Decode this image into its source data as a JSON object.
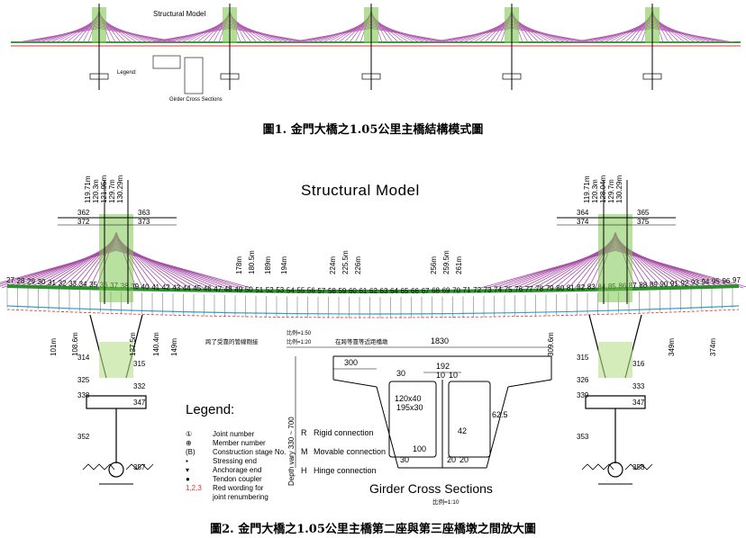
{
  "figure1": {
    "caption": "圖1. 金門大橋之1.05公里主橋結構模式圖",
    "title": "Structural Model",
    "legend_title": "Legend:",
    "section_label": "Girder Cross Sections"
  },
  "figure2": {
    "caption": "圖2. 金門大橋之1.05公里主橋第二座與第三座橋墩之間放大圖",
    "title": "Structural Model",
    "section_title": "Girder Cross Sections",
    "section_scale": "比例=1:10",
    "note_left": "跨了受靠的管線剛接",
    "note_right": "在跨等靠等近距橋墩",
    "scale_a": "比例=1:50",
    "scale_b": "比例=1:20",
    "legend": {
      "title": "Legend:",
      "items": [
        {
          "symbol": "①",
          "label": "Joint number"
        },
        {
          "symbol": "⊕",
          "label": "Member number"
        },
        {
          "symbol": "(B)",
          "label": "Construction stage No."
        },
        {
          "symbol": "▪",
          "label": "Stressing end"
        },
        {
          "symbol": "▾",
          "label": "Anchorage end"
        },
        {
          "symbol": "●",
          "label": "Tendon coupler"
        },
        {
          "symbol": "1,2,3",
          "label": "Red wording for"
        },
        {
          "symbol": "",
          "label": "joint renumbering"
        }
      ]
    },
    "connections": [
      {
        "symbol": "R",
        "label": "Rigid connection"
      },
      {
        "symbol": "M",
        "label": "Movable connection"
      },
      {
        "symbol": "H",
        "label": "Hinge connection"
      }
    ],
    "section_dims": {
      "width": "1830",
      "flange": "300",
      "web_gap": "192",
      "web_a": "10",
      "web_b": "10",
      "d30a": "30",
      "d30b": "30",
      "haunch1": "120x40",
      "haunch2": "195x30",
      "slope": "62.5",
      "web": "42",
      "bottom": "20",
      "bottom2": "20",
      "d100": "100",
      "depth": "Depth vary 330 ~ 700"
    },
    "joint_numbers": [
      "27",
      "28",
      "29",
      "30",
      "31",
      "32",
      "33",
      "34",
      "35",
      "36",
      "37",
      "38",
      "39",
      "40",
      "41",
      "42",
      "43",
      "44",
      "45",
      "46",
      "47",
      "48",
      "49",
      "50",
      "51",
      "52",
      "53",
      "54",
      "55",
      "56",
      "57",
      "58",
      "59",
      "60",
      "61",
      "62",
      "63",
      "64",
      "65",
      "66",
      "67",
      "68",
      "69",
      "70",
      "71",
      "72",
      "73",
      "74",
      "75",
      "76",
      "77",
      "78",
      "79",
      "80",
      "81",
      "82",
      "83",
      "84",
      "85",
      "86",
      "87",
      "88",
      "89",
      "90",
      "91",
      "92",
      "93",
      "94",
      "95",
      "96",
      "97"
    ],
    "tower_left": {
      "top": "362",
      "top2": "363",
      "mid": "373",
      "mid2": "372",
      "pier": [
        "314",
        "315",
        "325",
        "332",
        "338",
        "347",
        "352",
        "357"
      ],
      "dims": [
        "119.71m",
        "120.3m",
        "121.95m",
        "129.7m",
        "130.29m"
      ]
    },
    "tower_right": {
      "top": "365",
      "top2": "364",
      "mid": "374",
      "mid2": "375",
      "pier": [
        "315",
        "316",
        "326",
        "333",
        "339",
        "347",
        "353",
        "358"
      ],
      "dims": [
        "119.71m",
        "120.3m",
        "128.04m",
        "129.7m",
        "130.29m"
      ]
    },
    "span_labels": [
      "224m",
      "225.5m",
      "226m",
      "256m",
      "259.5m",
      "261m",
      "178m",
      "180.5m",
      "189m",
      "194m"
    ],
    "elev_labels": [
      "101m",
      "149m",
      "108.6m",
      "127.5m",
      "140.4m",
      "309.6m",
      "349m",
      "374m"
    ]
  }
}
